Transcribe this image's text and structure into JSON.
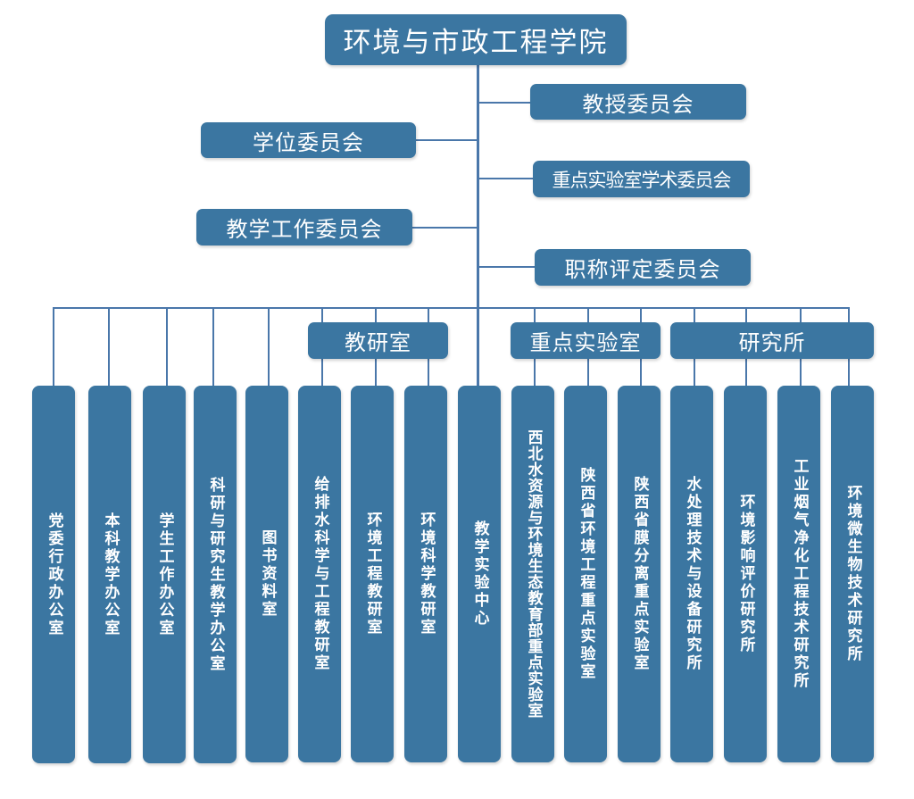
{
  "root": {
    "label": "环境与市政工程学院"
  },
  "committees_left": [
    {
      "label": "学位委员会"
    },
    {
      "label": "教学工作委员会"
    }
  ],
  "committees_right": [
    {
      "label": "教授委员会"
    },
    {
      "label": "重点实验室学术委员会"
    },
    {
      "label": "职称评定委员会"
    }
  ],
  "groups": [
    {
      "label": "教研室"
    },
    {
      "label": "重点实验室"
    },
    {
      "label": "研究所"
    }
  ],
  "units": [
    {
      "label": "党委行政办公室"
    },
    {
      "label": "本科教学办公室"
    },
    {
      "label": "学生工作办公室"
    },
    {
      "label": "科研与研究生教学办公室"
    },
    {
      "label": "图书资料室"
    },
    {
      "label": "给排水科学与工程教研室"
    },
    {
      "label": "环境工程教研室"
    },
    {
      "label": "环境科学教研室"
    },
    {
      "label": "教学实验中心"
    },
    {
      "label": "西北水资源与环境生态教育部重点实验室"
    },
    {
      "label": "陕西省环境工程重点实验室"
    },
    {
      "label": "陕西省膜分离重点实验室"
    },
    {
      "label": "水处理技术与设备研究所"
    },
    {
      "label": "环境影响评价研究所"
    },
    {
      "label": "工业烟气净化工程技术研究所"
    },
    {
      "label": "环境微生物技术研究所"
    }
  ],
  "colors": {
    "box": "#3b76a1",
    "line": "#4a77aa",
    "text": "#ffffff"
  }
}
